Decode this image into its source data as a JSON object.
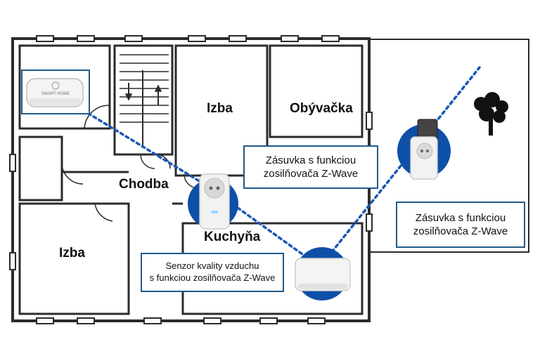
{
  "rooms": {
    "izba_top": "Izba",
    "obyvacka": "Obývačka",
    "chodba": "Chodba",
    "kuchyna": "Kuchyňa",
    "izba_bottom": "Izba"
  },
  "callouts": {
    "socket_center": {
      "line1": "Zásuvka s funkciou",
      "line2": "zosilňovača Z-Wave"
    },
    "socket_right": {
      "line1": "Zásuvka s funkciou",
      "line2": "zosilňovača Z-Wave"
    },
    "sensor": {
      "line1": "Senzor kvality vzduchu",
      "line2": "s funkciou zosilňovača Z-Wave"
    }
  },
  "hub_label": "SMART HOME",
  "colors": {
    "wall": "#2b2b2b",
    "accent_blue": "#0e4fa8",
    "link_line": "#1a57b5",
    "callout_border": "#1f5a8a"
  },
  "icons": [
    "smart-home-hub-icon",
    "smart-plug-icon",
    "outdoor-plug-icon",
    "air-sensor-icon",
    "tree-icon",
    "stairs-arrows-icon"
  ]
}
